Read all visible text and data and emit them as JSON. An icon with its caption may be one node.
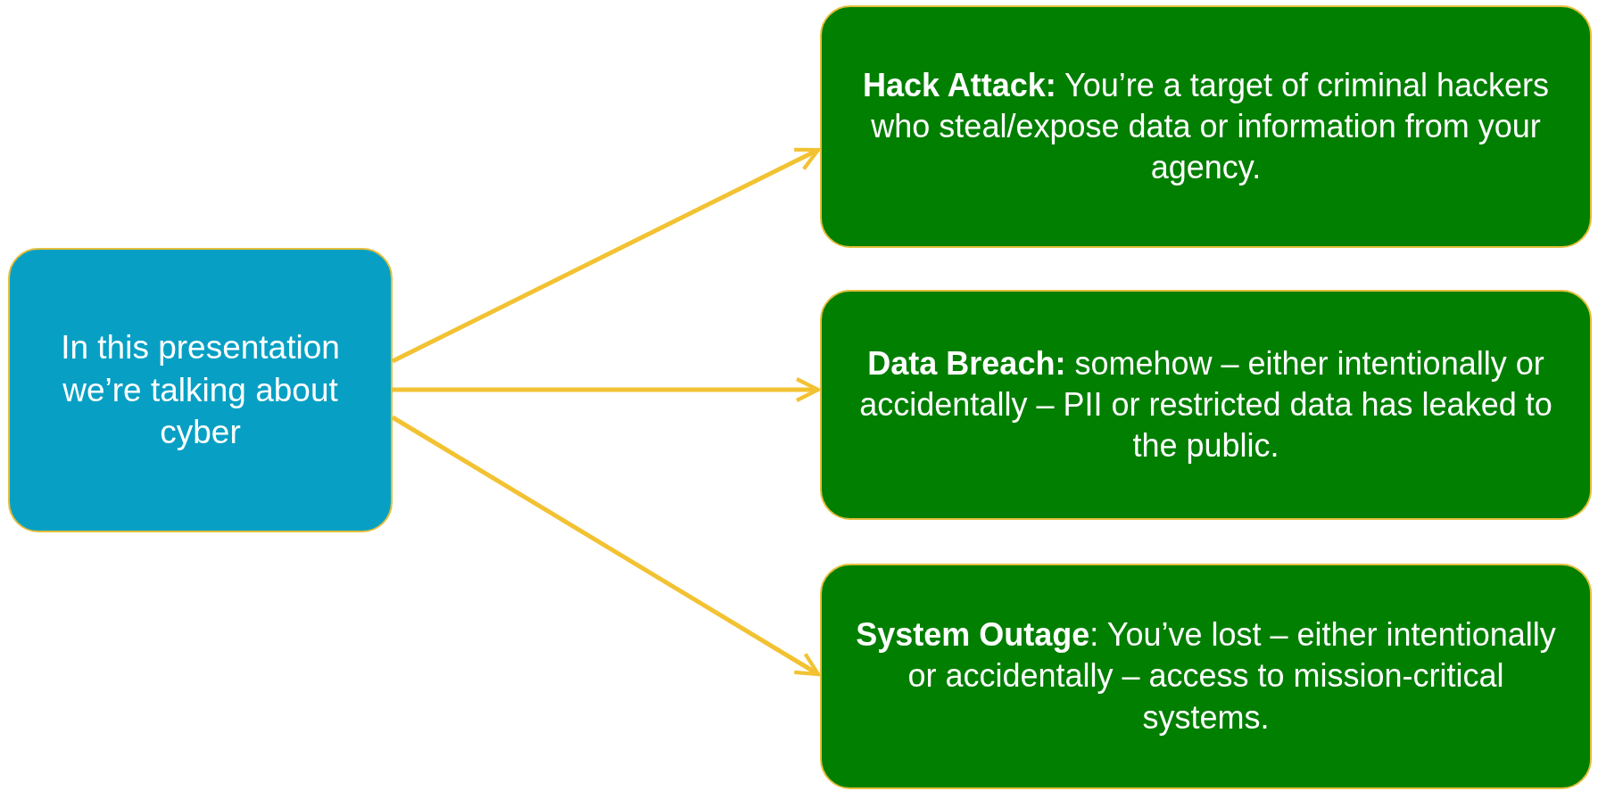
{
  "diagram": {
    "nodes": [
      {
        "text": [
          "In this presentation we’re talking about cyber"
        ]
      },
      {
        "text": [
          "**Hack Attack:** You’re a target of criminal hackers who steal/expose data or information from your agency."
        ]
      },
      {
        "text": [
          "**Data Breach:** somehow – either intentionally or accidentally – PII or restricted data has leaked to the public."
        ]
      },
      {
        "text": [
          "**System Outage**: You’ve lost – either intentionally or accidentally – access to mission-critical systems."
        ]
      }
    ],
    "edges": [
      {
        "from": 0,
        "to": 1,
        "arrow": "to"
      },
      {
        "from": 0,
        "to": 2,
        "arrow": "to"
      },
      {
        "from": 0,
        "to": 3,
        "arrow": "to"
      }
    ]
  }
}
